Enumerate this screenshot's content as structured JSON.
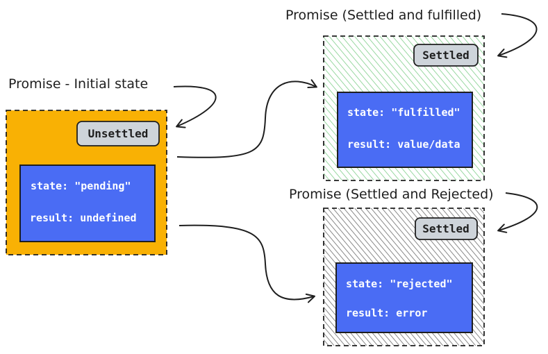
{
  "labels": {
    "initial": "Promise - Initial state",
    "fulfilled": "Promise (Settled and fulfilled)",
    "rejected": "Promise (Settled and Rejected)"
  },
  "initial_box": {
    "badge": "Unsettled",
    "state_line": "state: \"pending\"",
    "result_line": "result: undefined"
  },
  "fulfilled_box": {
    "badge": "Settled",
    "state_line": "state: \"fulfilled\"",
    "result_line": "result: value/data"
  },
  "rejected_box": {
    "badge": "Settled",
    "state_line": "state: \"rejected\"",
    "result_line": "result: error"
  },
  "colors": {
    "pending_fill": "#f9b104",
    "inner_blue": "#4a6cf4",
    "badge_fill": "#ced4da",
    "fulfilled_hatch": "#7fcf8a",
    "rejected_hatch": "#6b6b6b",
    "ink": "#1e1e1e"
  }
}
